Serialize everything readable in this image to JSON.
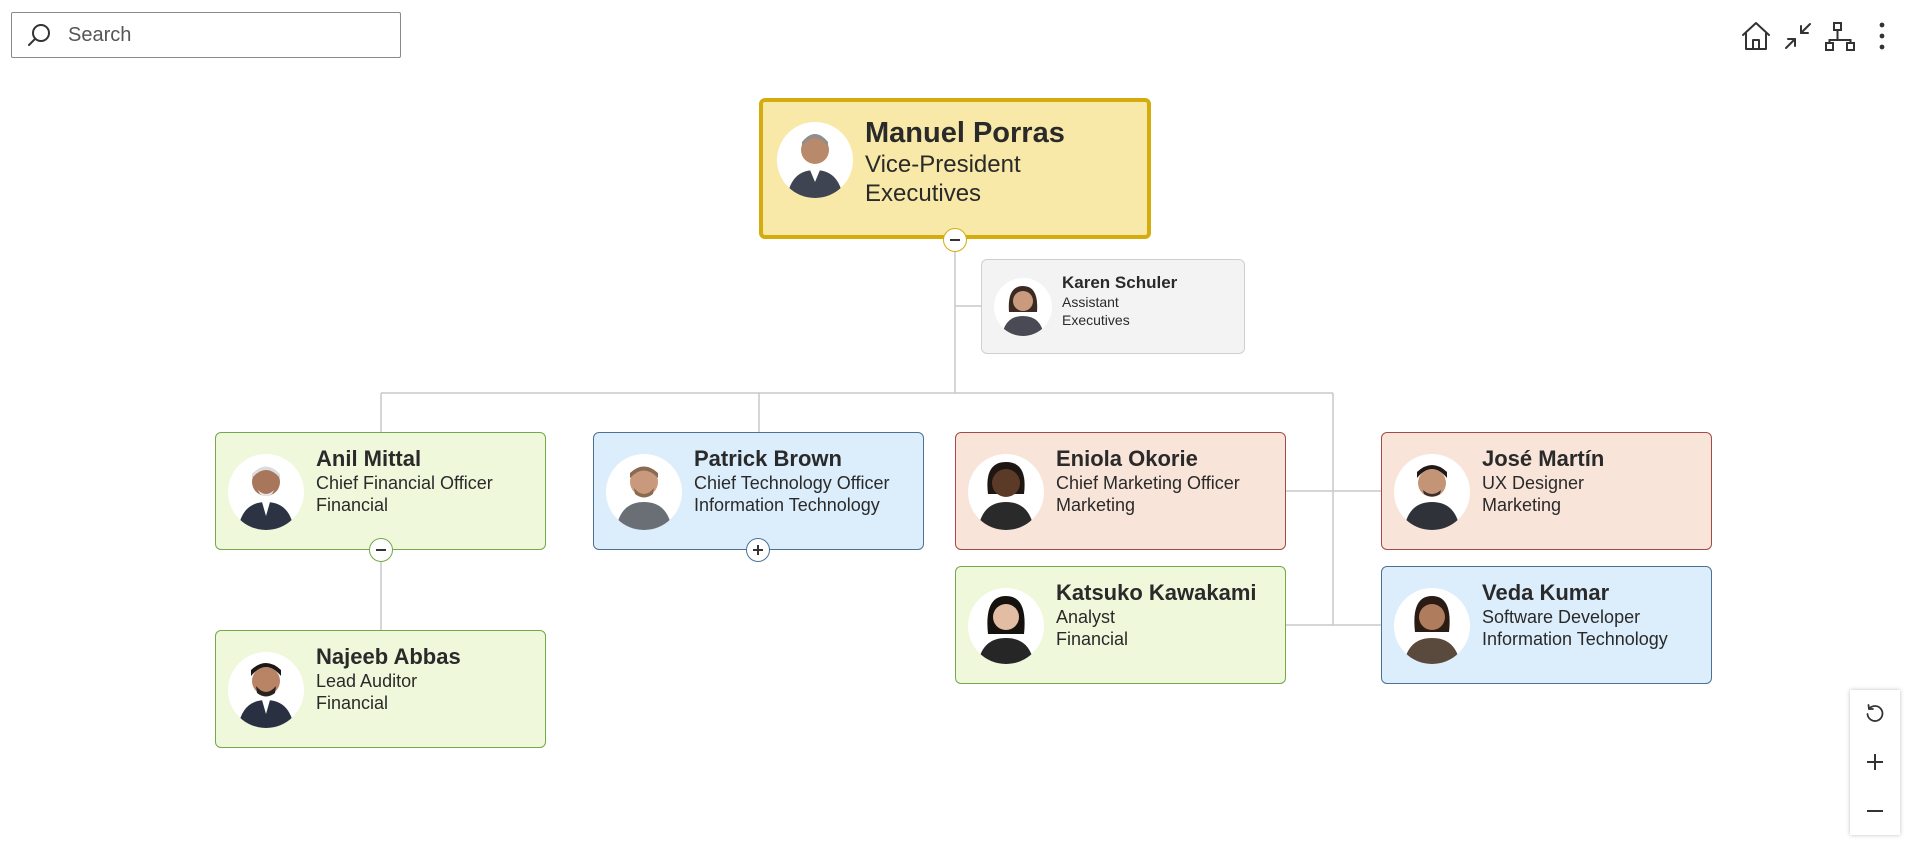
{
  "search": {
    "placeholder": "Search"
  },
  "toolbar": {
    "icons": [
      "home-icon",
      "collapse-icon",
      "org-layout-icon",
      "more-vertical-icon"
    ]
  },
  "colors": {
    "executive_bg": "#f8e9a8",
    "executive_border": "#d4ac0d",
    "assistant_bg": "#f3f3f3",
    "assistant_border": "#cfcfcf",
    "financial_bg": "#eff8da",
    "financial_border": "#74a84a",
    "it_bg": "#dceefc",
    "it_border": "#4d7193",
    "marketing_bg": "#f9e4d9",
    "marketing_border": "#a54a4a",
    "connector": "#c9c9c9"
  },
  "nodes": {
    "manuel": {
      "name": "Manuel Porras",
      "title": "Vice-President",
      "dept": "Executives"
    },
    "karen": {
      "name": "Karen Schuler",
      "title": "Assistant",
      "dept": "Executives"
    },
    "anil": {
      "name": "Anil Mittal",
      "title": "Chief Financial Officer",
      "dept": "Financial"
    },
    "patrick": {
      "name": "Patrick Brown",
      "title": "Chief Technology Officer",
      "dept": "Information Technology"
    },
    "eniola": {
      "name": "Eniola Okorie",
      "title": "Chief Marketing Officer",
      "dept": "Marketing"
    },
    "jose": {
      "name": "José Martín",
      "title": "UX Designer",
      "dept": "Marketing"
    },
    "katsuko": {
      "name": "Katsuko Kawakami",
      "title": "Analyst",
      "dept": "Financial"
    },
    "veda": {
      "name": "Veda Kumar",
      "title": "Software Developer",
      "dept": "Information Technology"
    },
    "najeeb": {
      "name": "Najeeb Abbas",
      "title": "Lead Auditor",
      "dept": "Financial"
    }
  },
  "zoom": {
    "icons": [
      "reset-icon",
      "zoom-in-icon",
      "zoom-out-icon"
    ]
  }
}
